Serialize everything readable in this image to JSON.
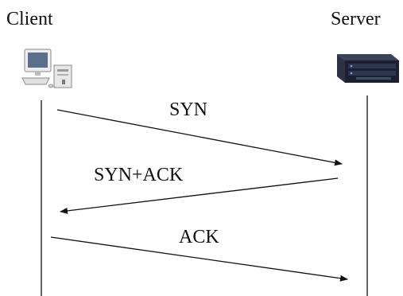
{
  "participants": {
    "client": {
      "label": "Client",
      "icon": "desktop-computer-icon"
    },
    "server": {
      "label": "Server",
      "icon": "server-rack-icon"
    }
  },
  "messages": [
    {
      "label": "SYN",
      "from": "client",
      "to": "server"
    },
    {
      "label": "SYN+ACK",
      "from": "server",
      "to": "client"
    },
    {
      "label": "ACK",
      "from": "client",
      "to": "server"
    }
  ],
  "colors": {
    "line": "#111111",
    "text": "#111111",
    "server_body": "#1c2230",
    "computer_body": "#e6e6e6"
  }
}
